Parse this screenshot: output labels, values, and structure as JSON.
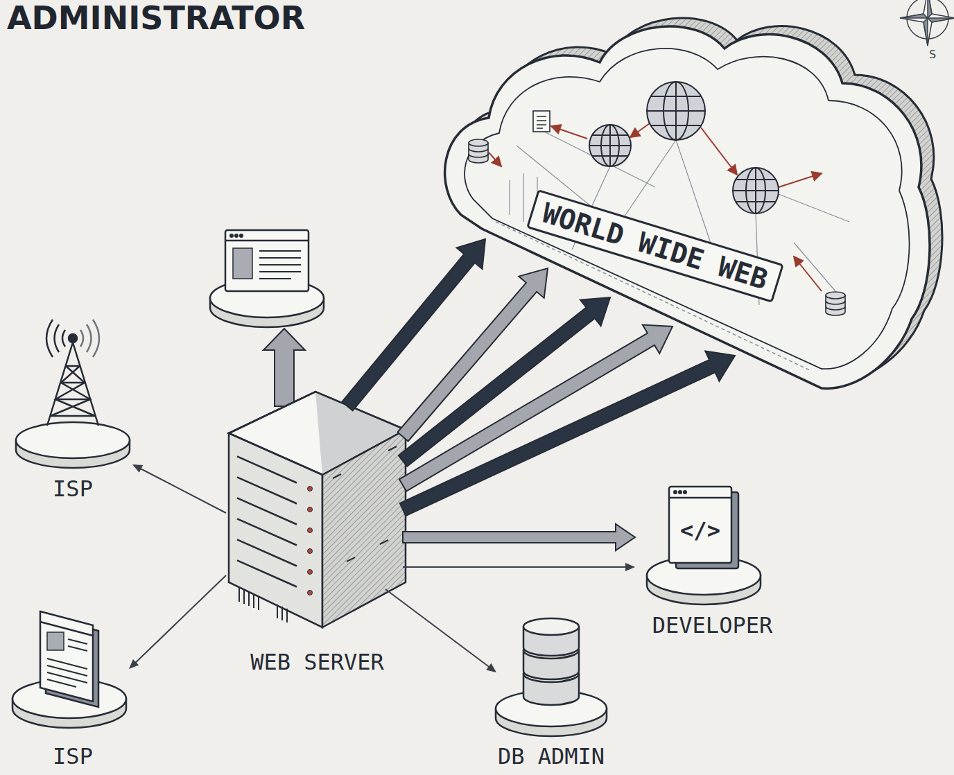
{
  "diagram": {
    "title": "ADMINISTRATOR",
    "nodes": [
      {
        "text": [
          "WORLD WIDE WEB"
        ]
      },
      {
        "text": [
          "ISP"
        ]
      },
      {
        "text": [
          "WEB SERVER"
        ]
      },
      {
        "text": [
          "DEVELOPER"
        ]
      },
      {
        "text": [
          "ISP"
        ]
      },
      {
        "text": [
          "DB ADMIN"
        ]
      }
    ],
    "edges": [
      {
        "from": 2,
        "to": 0,
        "arrow": "to"
      },
      {
        "from": 2,
        "to": 0,
        "arrow": "to"
      },
      {
        "from": 2,
        "to": 0,
        "arrow": "to"
      },
      {
        "from": 2,
        "to": 0,
        "arrow": "to"
      },
      {
        "from": 2,
        "to": 0,
        "arrow": "to"
      },
      {
        "from": 2,
        "to": 1,
        "arrow": "to"
      },
      {
        "from": 2,
        "to": 3,
        "arrow": "to"
      },
      {
        "from": 2,
        "to": 3,
        "arrow": "to"
      },
      {
        "from": 2,
        "to": 4,
        "arrow": "to"
      },
      {
        "from": 2,
        "to": 5,
        "arrow": "to"
      }
    ],
    "labels": [
      "S",
      "</>"
    ]
  }
}
